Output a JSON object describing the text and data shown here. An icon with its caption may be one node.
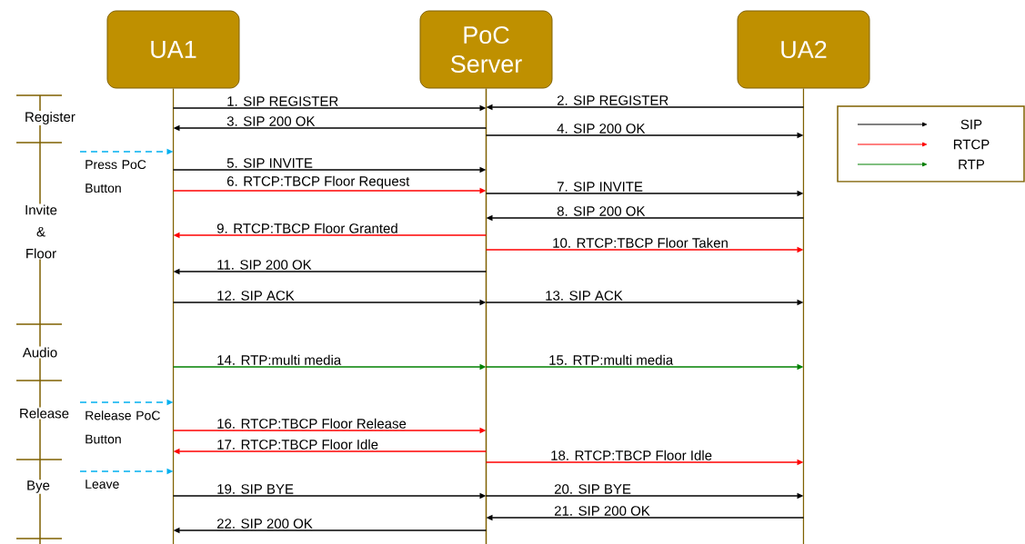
{
  "diagram": {
    "nodes": [
      {
        "text": [
          "UA1"
        ]
      },
      {
        "text": [
          "PoC Server"
        ]
      },
      {
        "text": [
          "UA2"
        ]
      }
    ],
    "edges": [
      {
        "from": 0,
        "to": 1,
        "arrow": "to",
        "label": "1. SIP REGISTER"
      },
      {
        "from": 2,
        "to": 1,
        "arrow": "to",
        "label": "2. SIP REGISTER"
      },
      {
        "from": 1,
        "to": 0,
        "arrow": "to",
        "label": "3. SIP 200 OK"
      },
      {
        "from": 1,
        "to": 2,
        "arrow": "to",
        "label": "4. SIP 200 OK"
      },
      {
        "from": 0,
        "to": 1,
        "arrow": "to",
        "label": "5. SIP INVITE"
      },
      {
        "from": 0,
        "to": 1,
        "arrow": "to",
        "label": "6. RTCP:TBCP Floor Request",
        "color": "#ff0000"
      },
      {
        "from": 1,
        "to": 2,
        "arrow": "to",
        "label": "7. SIP INVITE"
      },
      {
        "from": 2,
        "to": 1,
        "arrow": "to",
        "label": "8. SIP 200 OK"
      },
      {
        "from": 1,
        "to": 0,
        "arrow": "to",
        "label": "9. RTCP:TBCP Floor Granted",
        "color": "#ff0000"
      },
      {
        "from": 1,
        "to": 2,
        "arrow": "to",
        "label": "10. RTCP:TBCP Floor Taken",
        "color": "#ff0000"
      },
      {
        "from": 1,
        "to": 0,
        "arrow": "to",
        "label": "11. SIP 200 OK"
      },
      {
        "from": 0,
        "to": 1,
        "arrow": "to",
        "label": "12. SIP  ACK"
      },
      {
        "from": 1,
        "to": 2,
        "arrow": "to",
        "label": "13. SIP  ACK"
      },
      {
        "from": 0,
        "to": 1,
        "arrow": "to",
        "label": "14. RTP:multi media",
        "color": "#008000"
      },
      {
        "from": 1,
        "to": 2,
        "arrow": "to",
        "label": "15. RTP:multi media",
        "color": "#008000"
      },
      {
        "from": 0,
        "to": 1,
        "arrow": "to",
        "label": "16. RTCP:TBCP Floor Release",
        "color": "#ff0000"
      },
      {
        "from": 1,
        "to": 0,
        "arrow": "to",
        "label": "17. RTCP:TBCP Floor Idle",
        "color": "#ff0000"
      },
      {
        "from": 1,
        "to": 2,
        "arrow": "to",
        "label": "18. RTCP:TBCP Floor Idle",
        "color": "#ff0000"
      },
      {
        "from": 0,
        "to": 1,
        "arrow": "to",
        "label": "19. SIP  BYE"
      },
      {
        "from": 1,
        "to": 2,
        "arrow": "to",
        "label": "20. SIP BYE"
      },
      {
        "from": 2,
        "to": 1,
        "arrow": "to",
        "label": "21. SIP 200 OK"
      },
      {
        "from": 1,
        "to": 0,
        "arrow": "to",
        "label": "22. SIP 200 OK"
      },
      {
        "from": null,
        "to": 0,
        "arrow": "to",
        "label": "Press PoC Button",
        "style": "dashed",
        "color": "#00b0f0"
      },
      {
        "from": null,
        "to": 0,
        "arrow": "to",
        "label": "Release PoC Button",
        "style": "dashed",
        "color": "#00b0f0"
      },
      {
        "from": null,
        "to": 0,
        "arrow": "to",
        "label": "Leave",
        "style": "dashed",
        "color": "#00b0f0"
      }
    ],
    "labels": [
      "Register",
      "Invite & Floor",
      "Audio",
      "Release",
      "Bye"
    ],
    "legend": [
      {
        "text": "SIP"
      },
      {
        "text": "RTCP"
      },
      {
        "text": "RTP"
      }
    ]
  }
}
